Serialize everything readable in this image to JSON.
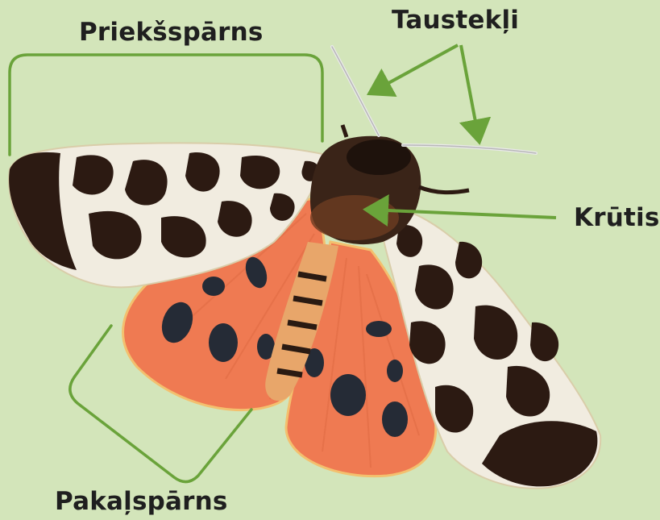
{
  "diagram": {
    "labels": {
      "forewing": "Priekšspārns",
      "antennae": "Taustekļi",
      "thorax": "Krūtis",
      "hindwing": "Pakaļspārns"
    }
  },
  "colors": {
    "background": "#d3e5ba",
    "pointer": "#6aa33a",
    "wing_cream": "#f1ece0",
    "wing_brown": "#2c1a12",
    "hindwing_orange": "#ef7a52",
    "spot_dark": "#252b36"
  }
}
